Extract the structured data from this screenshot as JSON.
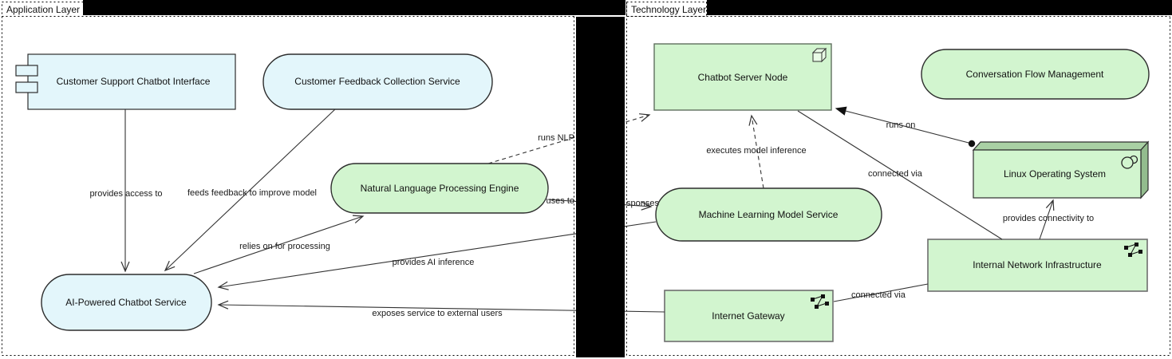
{
  "diagram": {
    "layers": {
      "application": {
        "label": "Application Layer"
      },
      "technology": {
        "label": "Technology Layer"
      }
    },
    "elements": {
      "customer_support_chatbot_interface": {
        "label": "Customer Support Chatbot Interface"
      },
      "customer_feedback_collection_service": {
        "label": "Customer Feedback Collection Service"
      },
      "natural_language_processing_engine": {
        "label": "Natural Language Processing Engine"
      },
      "ai_powered_chatbot_service": {
        "label": "AI-Powered Chatbot Service"
      },
      "chatbot_server_node": {
        "label": "Chatbot Server Node"
      },
      "conversation_flow_management": {
        "label": "Conversation Flow Management"
      },
      "machine_learning_model_service": {
        "label": "Machine Learning Model Service"
      },
      "linux_operating_system": {
        "label": "Linux Operating System"
      },
      "internal_network_infrastructure": {
        "label": "Internal Network Infrastructure"
      },
      "internet_gateway": {
        "label": "Internet Gateway"
      }
    },
    "relations": {
      "provides_access_to": {
        "label": "provides access to"
      },
      "feeds_feedback_to_improve_model": {
        "label": "feeds feedback to improve model"
      },
      "relies_on_for_processing": {
        "label": "relies on for processing"
      },
      "runs_nlp_fragment": {
        "label": "runs NLP"
      },
      "uses_to_fragment_left": {
        "label": "uses to"
      },
      "uses_to_fragment_right": {
        "label": "sponses"
      },
      "provides_ai_inference": {
        "label": "provides AI inference"
      },
      "exposes_service_to_external_users": {
        "label": "exposes service to external users"
      },
      "executes_model_inference": {
        "label": "executes model inference"
      },
      "runs_on": {
        "label": "runs on"
      },
      "connected_via_node": {
        "label": "connected via"
      },
      "connected_via_gateway": {
        "label": "connected via"
      },
      "provides_connectivity_to": {
        "label": "provides connectivity to"
      }
    },
    "icons": {
      "component_icon": "uml-component",
      "node_icon": "3d-cube",
      "system_software_icon": "double-circle",
      "network_icon": "four-connected-dots",
      "assignment_ball": "filled-ball"
    },
    "colors": {
      "app_fill": "#e3f6fb",
      "tech_fill": "#d2f5cf",
      "tech_top_face": "#a9d0a4",
      "tech_side_face": "#93bc8e",
      "line": "#333333",
      "redaction": "#000000"
    }
  }
}
